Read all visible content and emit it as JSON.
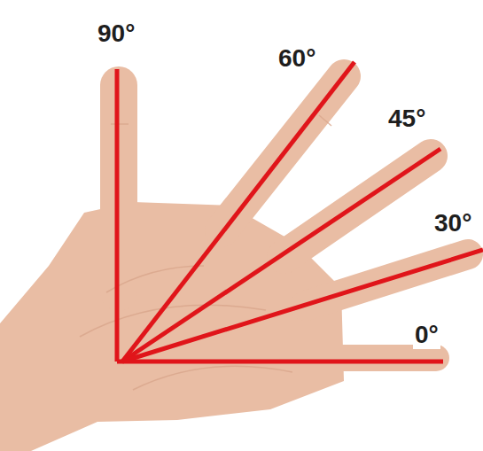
{
  "diagram": {
    "labels": [
      "90°",
      "60°",
      "45°",
      "30°",
      "0°"
    ]
  }
}
